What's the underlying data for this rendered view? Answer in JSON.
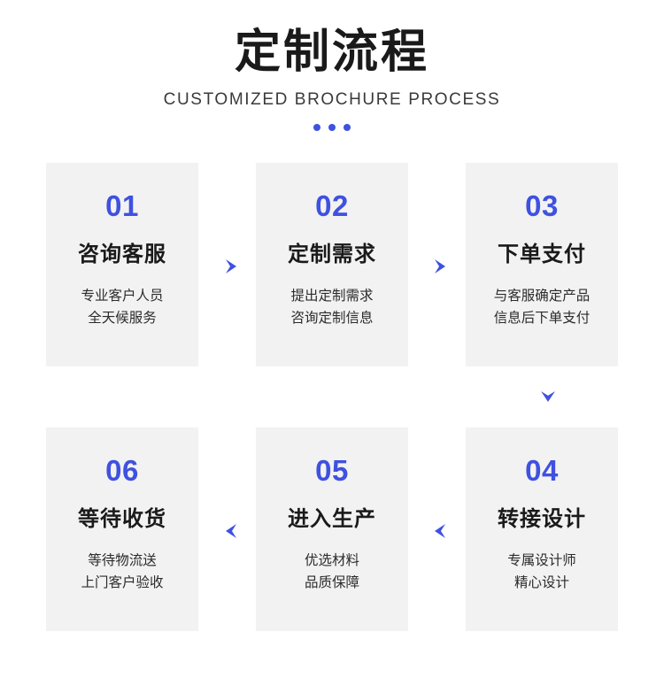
{
  "header": {
    "title_cn": "定制流程",
    "title_en": "CUSTOMIZED BROCHURE PROCESS",
    "dot_color": "#3f51e0",
    "dot_count": 3
  },
  "theme": {
    "accent": "#3f51e0",
    "card_bg": "#f2f2f2",
    "text": "#1a1a1a"
  },
  "steps": [
    {
      "num": "01",
      "heading": "咨询客服",
      "desc_line1": "专业客户人员",
      "desc_line2": "全天候服务"
    },
    {
      "num": "02",
      "heading": "定制需求",
      "desc_line1": "提出定制需求",
      "desc_line2": "咨询定制信息"
    },
    {
      "num": "03",
      "heading": "下单支付",
      "desc_line1": "与客服确定产品",
      "desc_line2": "信息后下单支付"
    },
    {
      "num": "06",
      "heading": "等待收货",
      "desc_line1": "等待物流送",
      "desc_line2": "上门客户验收"
    },
    {
      "num": "05",
      "heading": "进入生产",
      "desc_line1": "优选材料",
      "desc_line2": "品质保障"
    },
    {
      "num": "04",
      "heading": "转接设计",
      "desc_line1": "专属设计师",
      "desc_line2": "精心设计"
    }
  ],
  "arrows": {
    "right_1": "arrow-right",
    "right_2": "arrow-right",
    "down": "arrow-down",
    "left_1": "arrow-left",
    "left_2": "arrow-left"
  }
}
